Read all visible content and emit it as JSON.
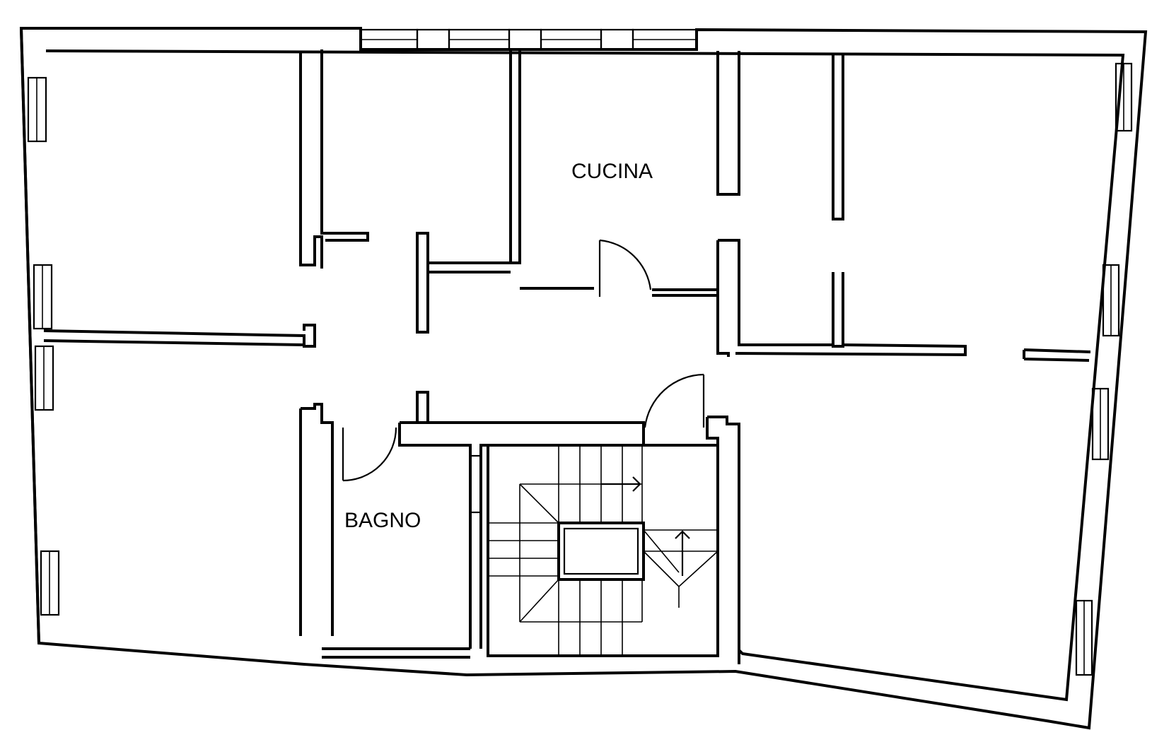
{
  "plan": {
    "rooms": [
      {
        "id": "cucina",
        "label": "CUCINA"
      },
      {
        "id": "bagno",
        "label": "BAGNO"
      }
    ],
    "colors": {
      "line": "#000000",
      "background": "#ffffff"
    }
  }
}
